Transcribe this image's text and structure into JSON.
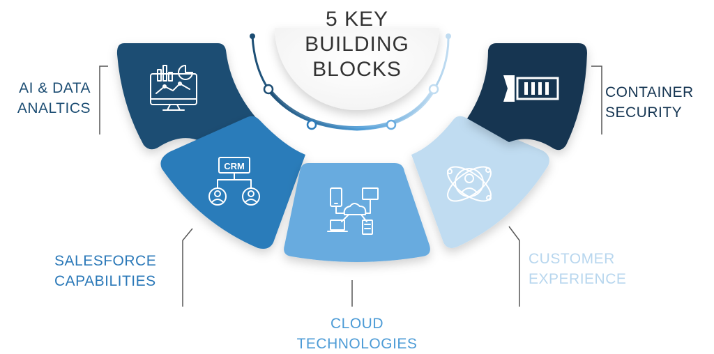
{
  "title": {
    "line1": "5 KEY",
    "line2": "BUILDING",
    "line3": "BLOCKS"
  },
  "blocks": [
    {
      "id": "ai-data",
      "label_line1": "AI & DATA",
      "label_line2": "ANALTICS",
      "fill": "#1c4d73",
      "label_color": "#1c4d73",
      "icon": "analytics-monitor-icon"
    },
    {
      "id": "salesforce",
      "label_line1": "SALESFORCE",
      "label_line2": "CAPABILITIES",
      "fill": "#2c7bba",
      "label_color": "#2a78b8",
      "icon": "crm-hierarchy-icon"
    },
    {
      "id": "cloud",
      "label_line1": "CLOUD",
      "label_line2": "TECHNOLOGIES",
      "fill": "#68abdf",
      "label_color": "#4c9bd6",
      "icon": "cloud-network-icon"
    },
    {
      "id": "customer",
      "label_line1": "CUSTOMER",
      "label_line2": "EXPERIENCE",
      "fill": "#c0dcf1",
      "label_color": "#b7d6ee",
      "icon": "customer-orbit-icon"
    },
    {
      "id": "container",
      "label_line1": "CONTAINER",
      "label_line2": "SECURITY",
      "fill": "#143451",
      "label_color": "#143451",
      "icon": "container-icon"
    }
  ],
  "colors": {
    "title_text": "#333333",
    "arc_dark": "#1c4d73",
    "arc_light": "#c0dcf1",
    "leader_line": "#555555"
  }
}
